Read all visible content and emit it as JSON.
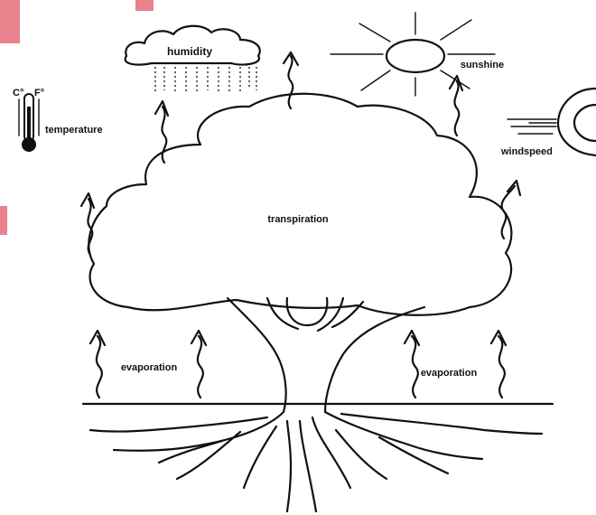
{
  "labels": {
    "humidity": "humidity",
    "sunshine": "sunshine",
    "temperature": "temperature",
    "windspeed": "windspeed",
    "transpiration": "transpiration",
    "evaporation_left": "evaporation",
    "evaporation_right": "evaporation",
    "celsius": "C°",
    "fahrenheit": "F°"
  },
  "colors": {
    "ink": "#111111",
    "background": "#ffffff",
    "corner_accent": "#e8838e"
  }
}
